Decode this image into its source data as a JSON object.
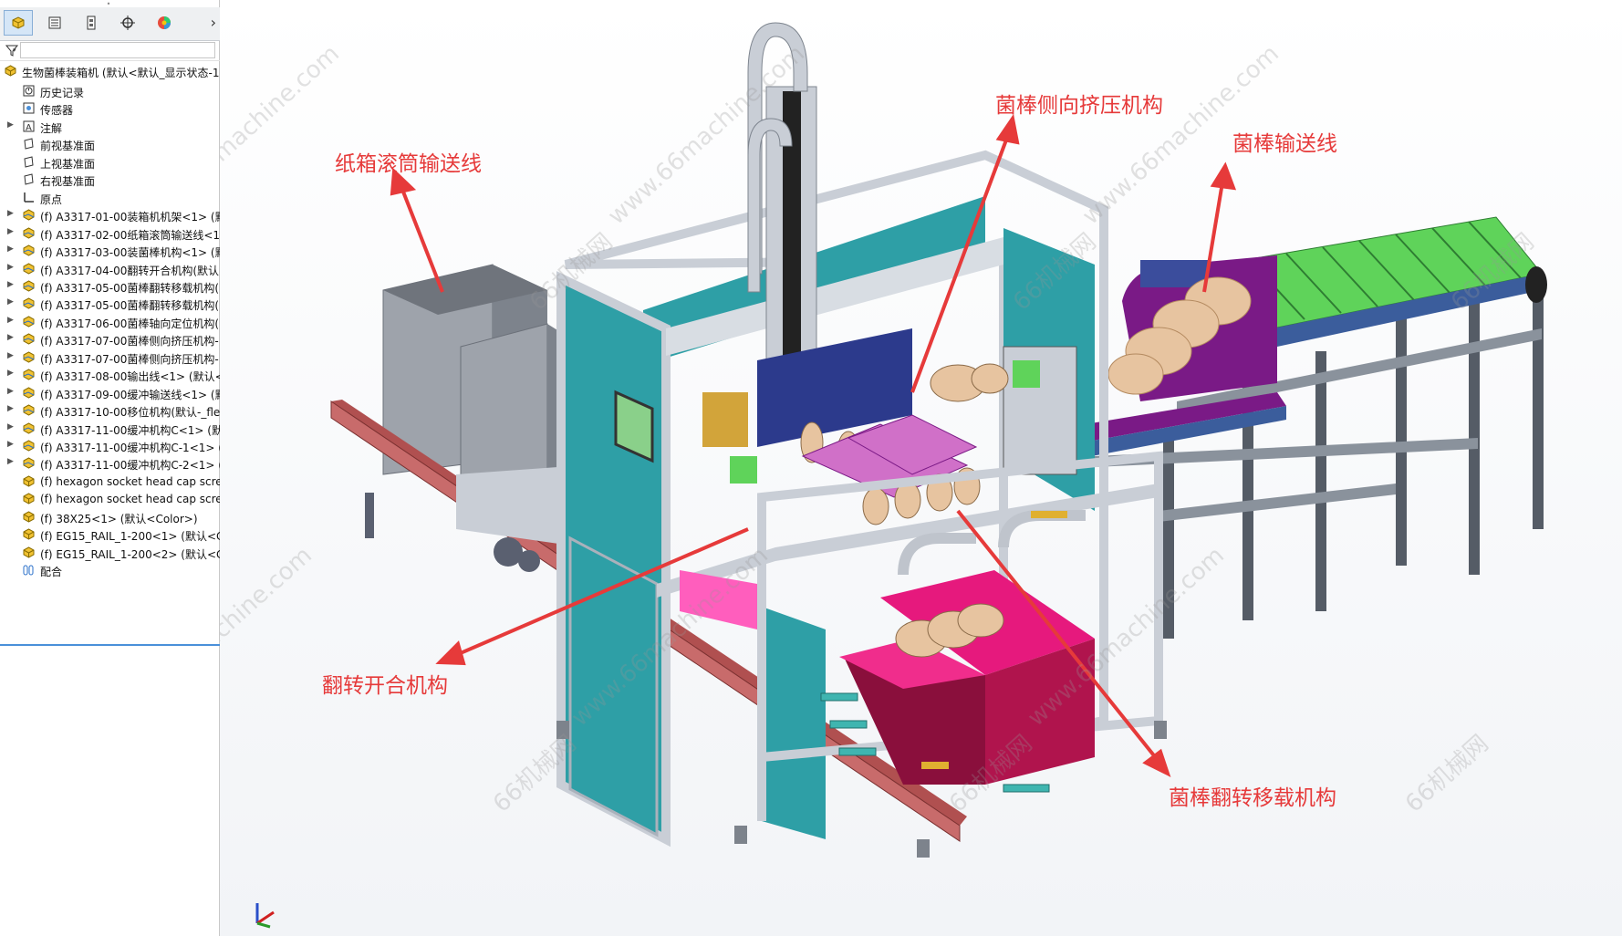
{
  "tree": {
    "tabs": [
      {
        "icon": "feature-manager-icon"
      },
      {
        "icon": "property-manager-icon"
      },
      {
        "icon": "configuration-manager-icon"
      },
      {
        "icon": "dimxpert-icon"
      },
      {
        "icon": "display-manager-icon"
      }
    ],
    "filter_icon": "filter-icon",
    "root": "生物菌棒装箱机 (默认<默认_显示状态-1",
    "items": [
      {
        "label": "历史记录",
        "icon": "history-icon",
        "expand": false
      },
      {
        "label": "传感器",
        "icon": "sensor-icon",
        "expand": false
      },
      {
        "label": "注解",
        "icon": "annotation-icon",
        "expand": true
      },
      {
        "label": "前视基准面",
        "icon": "plane-icon",
        "expand": false
      },
      {
        "label": "上视基准面",
        "icon": "plane-icon",
        "expand": false
      },
      {
        "label": "右视基准面",
        "icon": "plane-icon",
        "expand": false
      },
      {
        "label": "原点",
        "icon": "origin-icon",
        "expand": false
      },
      {
        "label": "(f) A3317-01-00装箱机机架<1> (默",
        "icon": "assembly-icon",
        "expand": true
      },
      {
        "label": "(f) A3317-02-00纸箱滚筒输送线<1",
        "icon": "assembly-icon",
        "expand": true
      },
      {
        "label": "(f) A3317-03-00装菌棒机构<1> (默",
        "icon": "assembly-icon",
        "expand": true
      },
      {
        "label": "(f) A3317-04-00翻转开合机构(默认",
        "icon": "assembly-icon",
        "expand": true
      },
      {
        "label": "(f) A3317-05-00菌棒翻转移载机构(",
        "icon": "assembly-icon",
        "expand": true
      },
      {
        "label": "(f) A3317-05-00菌棒翻转移载机构(",
        "icon": "assembly-icon",
        "expand": true
      },
      {
        "label": "(f) A3317-06-00菌棒轴向定位机构(",
        "icon": "assembly-icon",
        "expand": true
      },
      {
        "label": "(f) A3317-07-00菌棒侧向挤压机构-",
        "icon": "assembly-icon",
        "expand": true
      },
      {
        "label": "(f) A3317-07-00菌棒侧向挤压机构-",
        "icon": "assembly-icon",
        "expand": true
      },
      {
        "label": "(f) A3317-08-00输出线<1> (默认<",
        "icon": "assembly-icon",
        "expand": true
      },
      {
        "label": "(f) A3317-09-00缓冲输送线<1> (默",
        "icon": "assembly-icon",
        "expand": true
      },
      {
        "label": "(f) A3317-10-00移位机构(默认-_fle",
        "icon": "assembly-icon",
        "expand": true
      },
      {
        "label": "(f) A3317-11-00缓冲机构C<1> (默",
        "icon": "assembly-icon",
        "expand": true
      },
      {
        "label": "(f) A3317-11-00缓冲机构C-1<1> (",
        "icon": "assembly-icon",
        "expand": true
      },
      {
        "label": "(f) A3317-11-00缓冲机构C-2<1> (",
        "icon": "assembly-icon",
        "expand": true
      },
      {
        "label": "(f) hexagon socket head cap scre",
        "icon": "part-icon",
        "expand": false
      },
      {
        "label": "(f) hexagon socket head cap scre",
        "icon": "part-icon",
        "expand": false
      },
      {
        "label": "(f) 38X25<1> (默认<Color>)",
        "icon": "part-icon",
        "expand": false
      },
      {
        "label": "(f) EG15_RAIL_1-200<1> (默认<C",
        "icon": "part-icon",
        "expand": false
      },
      {
        "label": "(f) EG15_RAIL_1-200<2> (默认<C",
        "icon": "part-icon",
        "expand": false
      },
      {
        "label": "配合",
        "icon": "mates-icon",
        "expand": false
      }
    ]
  },
  "callouts": {
    "carton_conveyor": "纸箱滚筒输送线",
    "side_squeeze": "菌棒侧向挤压机构",
    "stick_conveyor": "菌棒输送线",
    "flip_open_close": "翻转开合机构",
    "flip_transfer": "菌棒翻转移载机构"
  },
  "watermark": {
    "site": "www.66machine.com",
    "brand": "66机械网"
  },
  "colors": {
    "teal_panel": "#2e9fa6",
    "frame": "#c9ced6",
    "magenta": "#c8146e",
    "purple": "#7a1a86",
    "green": "#5fd35a",
    "callout": "#e63a3a",
    "roller_red": "#b05050",
    "stick": "#e7c4a0"
  }
}
